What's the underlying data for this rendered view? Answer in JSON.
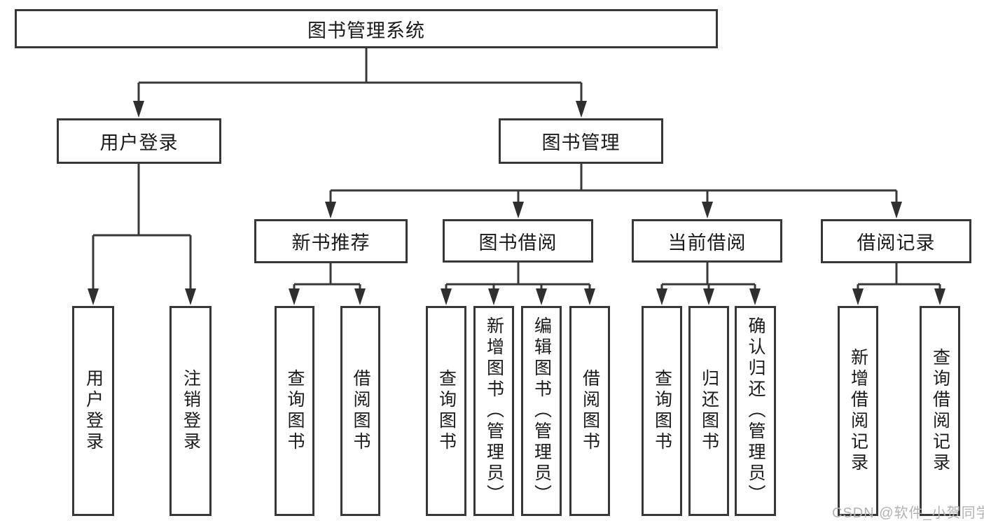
{
  "diagram": {
    "title": "图书管理系统",
    "level2": [
      {
        "label": "用户登录"
      },
      {
        "label": "图书管理"
      }
    ],
    "level3": [
      {
        "label": "新书推荐"
      },
      {
        "label": "图书借阅"
      },
      {
        "label": "当前借阅"
      },
      {
        "label": "借阅记录"
      }
    ],
    "leaves": {
      "user_login": [
        "用户登录",
        "注销登录"
      ],
      "new_book": [
        "查询图书",
        "借阅图书"
      ],
      "book_borrow": [
        "查询图书",
        "新增图书（管理员）",
        "编辑图书（管理员）",
        "借阅图书"
      ],
      "current_borrow": [
        "查询图书",
        "归还图书",
        "确认归还（管理员）"
      ],
      "borrow_record": [
        "新增借阅记录",
        "查询借阅记录"
      ]
    }
  },
  "watermark": "CSDN @软件_小贺同学",
  "colors": {
    "line": "#383838",
    "arrow": "#2f2f2f",
    "box_border": "#383838",
    "text": "#1a1a1a",
    "watermark": "#b2b2b2",
    "background": "#ffffff"
  }
}
